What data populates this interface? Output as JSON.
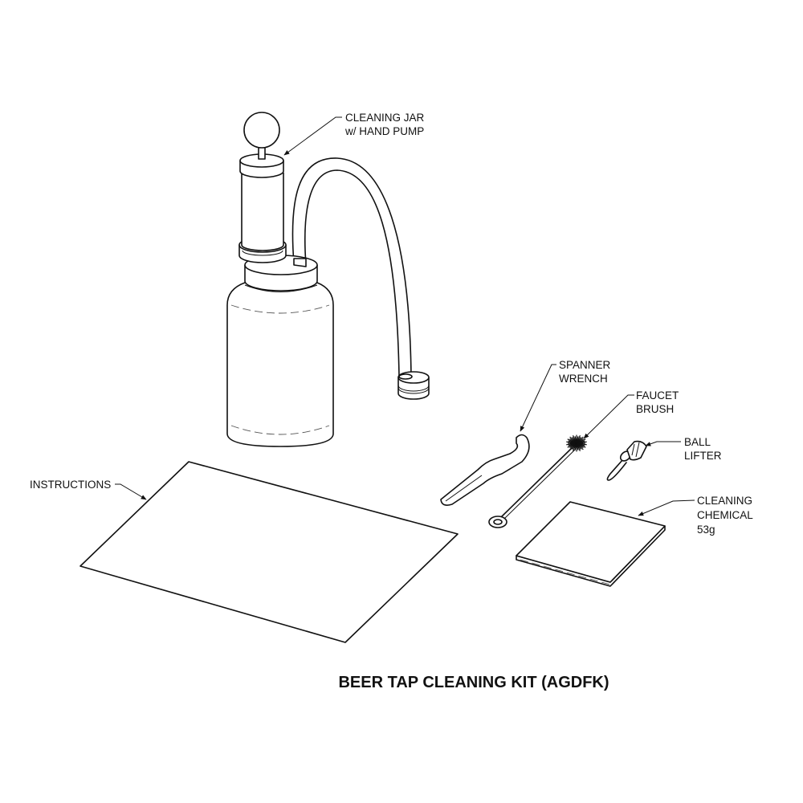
{
  "title": "BEER TAP CLEANING KIT  (AGDFK)",
  "labels": {
    "cleaning_jar": [
      "CLEANING JAR",
      "w/ HAND PUMP"
    ],
    "spanner_wrench": [
      "SPANNER",
      "WRENCH"
    ],
    "faucet_brush": [
      "FAUCET",
      "BRUSH"
    ],
    "ball_lifter": [
      "BALL",
      "LIFTER"
    ],
    "cleaning_chemical": [
      "CLEANING",
      "CHEMICAL",
      "53g"
    ],
    "instructions": [
      "INSTRUCTIONS"
    ]
  },
  "colors": {
    "line": "#111111",
    "background": "#ffffff"
  }
}
